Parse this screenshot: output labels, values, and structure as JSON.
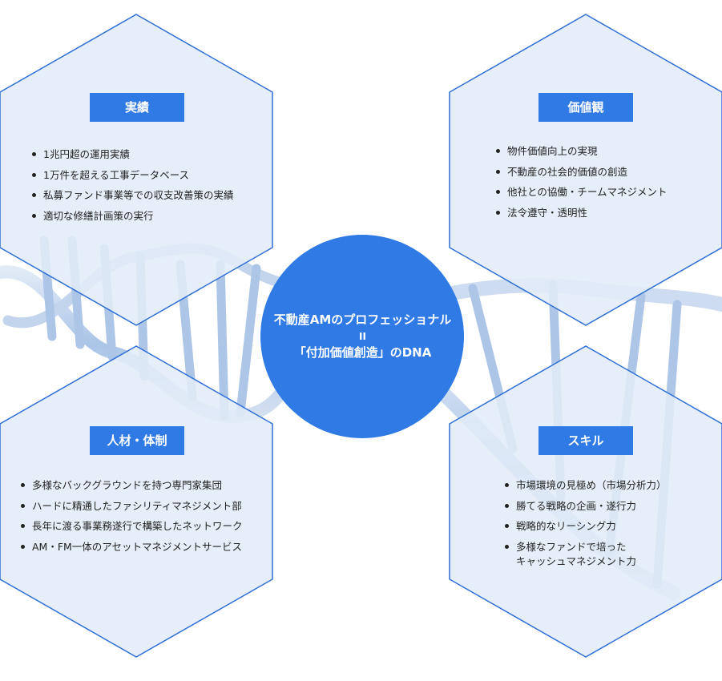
{
  "center": {
    "title": "不動産AMのプロフェッショナル",
    "equals": "II",
    "subtitle": "「付加価値創造」のDNA"
  },
  "panels": {
    "achievements": {
      "heading": "実績",
      "items": [
        "1兆円超の運用実績",
        "1万件を超える工事データベース",
        "私募ファンド事業等での収支改善策の実績",
        "適切な修繕計画策の実行"
      ]
    },
    "values": {
      "heading": "価値観",
      "items": [
        "物件価値向上の実現",
        "不動産の社会的価値の創造",
        "他社との協働・チームマネジメント",
        "法令遵守・透明性"
      ]
    },
    "people": {
      "heading": "人材・体制",
      "items": [
        "多様なバックグラウンドを持つ専門家集団",
        "ハードに精通したファシリティマネジメント部",
        "長年に渡る事業務遂行で構築したネットワーク",
        "AM・FM一体のアセットマネジメントサービス"
      ]
    },
    "skills": {
      "heading": "スキル",
      "items": [
        "市場環境の見極め（市場分析力）",
        "勝てる戦略の企画・遂行力",
        "戦略的なリーシング力"
      ],
      "multiline_item": [
        "多様なファンドで培った",
        "キャッシュマネジメント力"
      ]
    }
  },
  "colors": {
    "accent": "#2f7ae5",
    "hex_fill": "#e3ecf8",
    "hex_stroke": "#2f6fd6",
    "dna": "#8fb0dc"
  }
}
